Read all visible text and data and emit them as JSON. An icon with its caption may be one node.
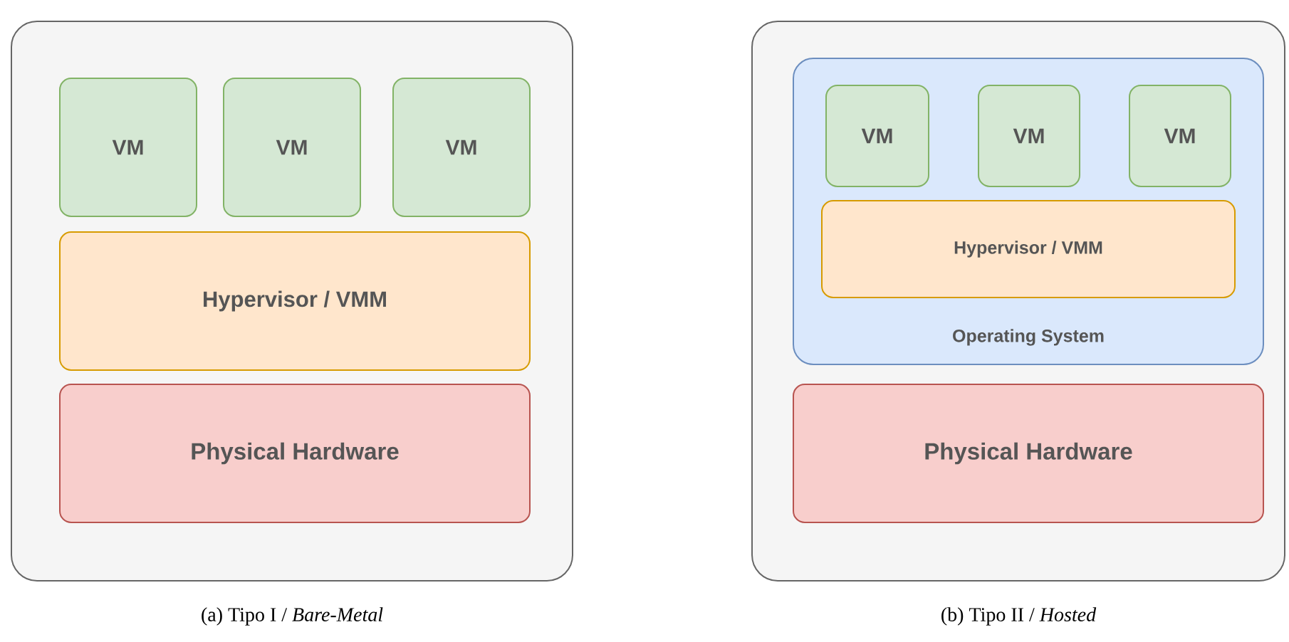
{
  "diagram": {
    "nodes": [
      {
        "text": [],
        "shape": "box"
      },
      {
        "text": [
          "VM"
        ],
        "in": 0
      },
      {
        "text": [
          "VM"
        ],
        "in": 0
      },
      {
        "text": [
          "VM"
        ],
        "in": 0
      },
      {
        "text": [
          "Hypervisor / VMM"
        ],
        "in": 0
      },
      {
        "text": [
          "Physical Hardware"
        ],
        "in": 0
      },
      {
        "text": [],
        "shape": "box"
      },
      {
        "text": [
          "Operating System"
        ],
        "in": 6
      },
      {
        "text": [
          "VM"
        ],
        "in": 7
      },
      {
        "text": [
          "VM"
        ],
        "in": 7
      },
      {
        "text": [
          "VM"
        ],
        "in": 7
      },
      {
        "text": [
          "Hypervisor / VMM"
        ],
        "in": 7
      },
      {
        "text": [
          "Physical Hardware"
        ],
        "in": 6
      }
    ],
    "edges": [],
    "labels": [
      "(a) Tipo I / *Bare-Metal*",
      "(b) Tipo II / *Hosted*"
    ]
  }
}
